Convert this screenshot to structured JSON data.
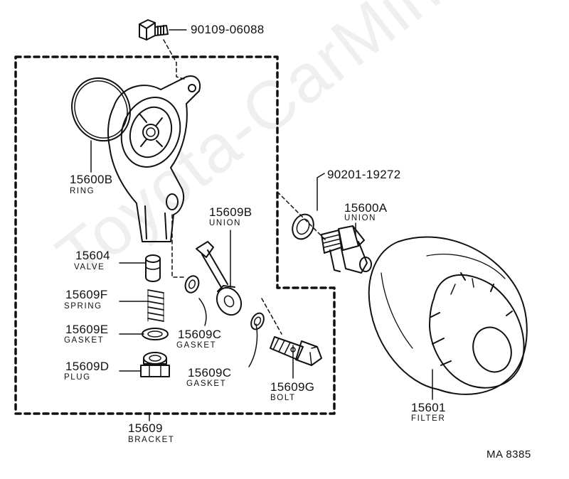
{
  "watermark": "Toyota-CarMine.ru",
  "diagram_code": "MA 8385",
  "parts": {
    "bolt_top": {
      "number": "90109-06088"
    },
    "ring": {
      "number": "15600B",
      "name": "RING"
    },
    "gasket_filter": {
      "number": "90201-19272"
    },
    "union_a": {
      "number": "15600A",
      "name": "UNION"
    },
    "union_b": {
      "number": "15609B",
      "name": "UNION"
    },
    "valve": {
      "number": "15604",
      "name": "VALVE"
    },
    "spring": {
      "number": "15609F",
      "name": "SPRING"
    },
    "gasket_e": {
      "number": "15609E",
      "name": "GASKET"
    },
    "gasket_c1": {
      "number": "15609C",
      "name": "GASKET"
    },
    "plug": {
      "number": "15609D",
      "name": "PLUG"
    },
    "gasket_c2": {
      "number": "15609C",
      "name": "GASKET"
    },
    "bolt_g": {
      "number": "15609G",
      "name": "BOLT"
    },
    "filter": {
      "number": "15601",
      "name": "FILTER"
    },
    "bracket": {
      "number": "15609",
      "name": "BRACKET"
    }
  }
}
